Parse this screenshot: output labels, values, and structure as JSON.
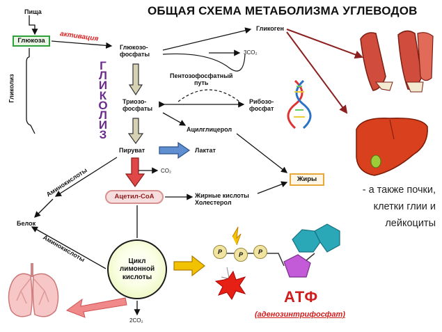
{
  "title": "ОБЩАЯ СХЕМА МЕТАБОЛИЗМА УГЛЕВОДОВ",
  "nodes": {
    "food": "Пища",
    "glucose": "Глюкоза",
    "activation": "активация",
    "glycolysis_side": "Гликолиз",
    "glycolysis_vertical": "ГЛИКОЛИЗ",
    "glucose_phosphates": "Глюкозо-\nфосфаты",
    "glycogen": "Гликоген",
    "co2_3": "3CO₂",
    "pentose_pathway": "Пентозофосфатный\nпуть",
    "triose_phosphates": "Триозо-\nфосфаты",
    "ribose_phosphate": "Рибозо-\nфосфат",
    "acylglycerol": "Ацилглицерол",
    "pyruvate": "Пируват",
    "lactate": "Лактат",
    "co2": "CO₂",
    "fats": "Жиры",
    "acetyl_coa": "Ацетил-CoA",
    "fatty_acids": "Жирные кислоты\nХолестерол",
    "amino_acids_1": "Аминокислоты",
    "protein": "Белок",
    "amino_acids_2": "Аминокислоты",
    "krebs_cycle": "Цикл\nлимонной\nкислоты",
    "co2_2": "2CO₂"
  },
  "atp": {
    "label": "АТФ",
    "full_name": "(аденозинтрифосфат)",
    "phosphate_letter": "P"
  },
  "also_note": [
    "- а также почки,",
    "клетки глии и",
    "лейкоциты"
  ],
  "colors": {
    "glucose_border": "#2ea03a",
    "activation": "#dd2222",
    "glycolysis_letters": "#6a2b8c",
    "glycolysis_arrows": "#d8d2b4",
    "lactate_arrow": "#5f8fd0",
    "acetyl_arrow": "#e04848",
    "atp_arrow": "#f2c200",
    "lung_arrow": "#f08a8a",
    "organ_arrows": "#8b2020",
    "atp_text": "#d11c1c"
  }
}
